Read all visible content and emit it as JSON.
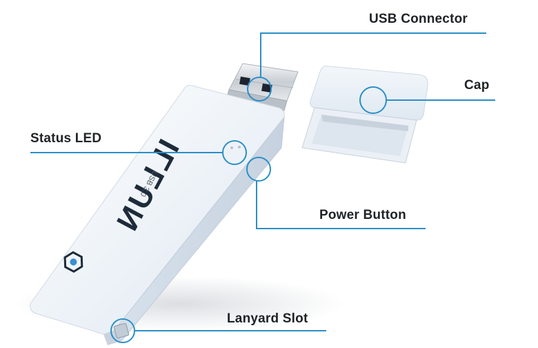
{
  "labels": {
    "usb_connector": "USB Connector",
    "cap": "Cap",
    "status_led": "Status LED",
    "power_button": "Power Button",
    "lanyard_slot": "Lanyard Slot"
  },
  "device": {
    "brand_text": "ILLUN",
    "model_text": "USB 3.0"
  },
  "colors": {
    "callout_line": "#2b8fc7",
    "label_text": "#1f2326",
    "device_body": "#eef4fb",
    "brand_logo": "#3a8fd1",
    "brand_letters": "#1d2b3a"
  }
}
